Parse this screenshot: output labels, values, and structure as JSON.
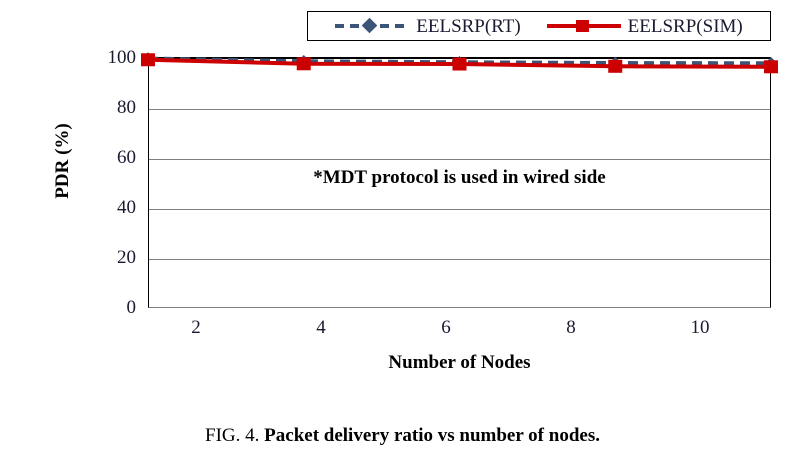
{
  "chart_data": {
    "type": "line",
    "title": "",
    "xlabel": "Number of Nodes",
    "ylabel": "PDR (%)",
    "x": [
      2,
      4,
      6,
      8,
      10
    ],
    "xticklabels": [
      "2",
      "4",
      "6",
      "8",
      "10"
    ],
    "yticklabels": [
      "0",
      "20",
      "40",
      "60",
      "80",
      "100"
    ],
    "yticks": [
      0,
      20,
      40,
      60,
      80,
      100
    ],
    "xlim": [
      2,
      10
    ],
    "ylim": [
      0,
      100
    ],
    "grid": "horizontal",
    "legend_position": "top",
    "annotation": "*MDT protocol is used in wired side",
    "series": [
      {
        "name": "EELSRP(RT)",
        "values": [
          99.3,
          98.2,
          97.8,
          97.5,
          97.4
        ],
        "color": "#3b5578",
        "linestyle": "dashed",
        "marker": "diamond"
      },
      {
        "name": "EELSRP(SIM)",
        "values": [
          98.9,
          97.3,
          97.2,
          96.3,
          96.1
        ],
        "color": "#cc0000",
        "linestyle": "solid",
        "marker": "square"
      }
    ]
  },
  "legend": {
    "entries": [
      {
        "label": "EELSRP(RT)"
      },
      {
        "label": "EELSRP(SIM)"
      }
    ]
  },
  "caption": {
    "prefix": "FIG. 4.",
    "text": "Packet delivery ratio vs number of nodes."
  },
  "colors": {
    "rt_series": "#3b5578",
    "sim_series": "#cc0000",
    "gridline": "#808080",
    "axis": "#000000",
    "tick_text": "#1a1a33"
  }
}
